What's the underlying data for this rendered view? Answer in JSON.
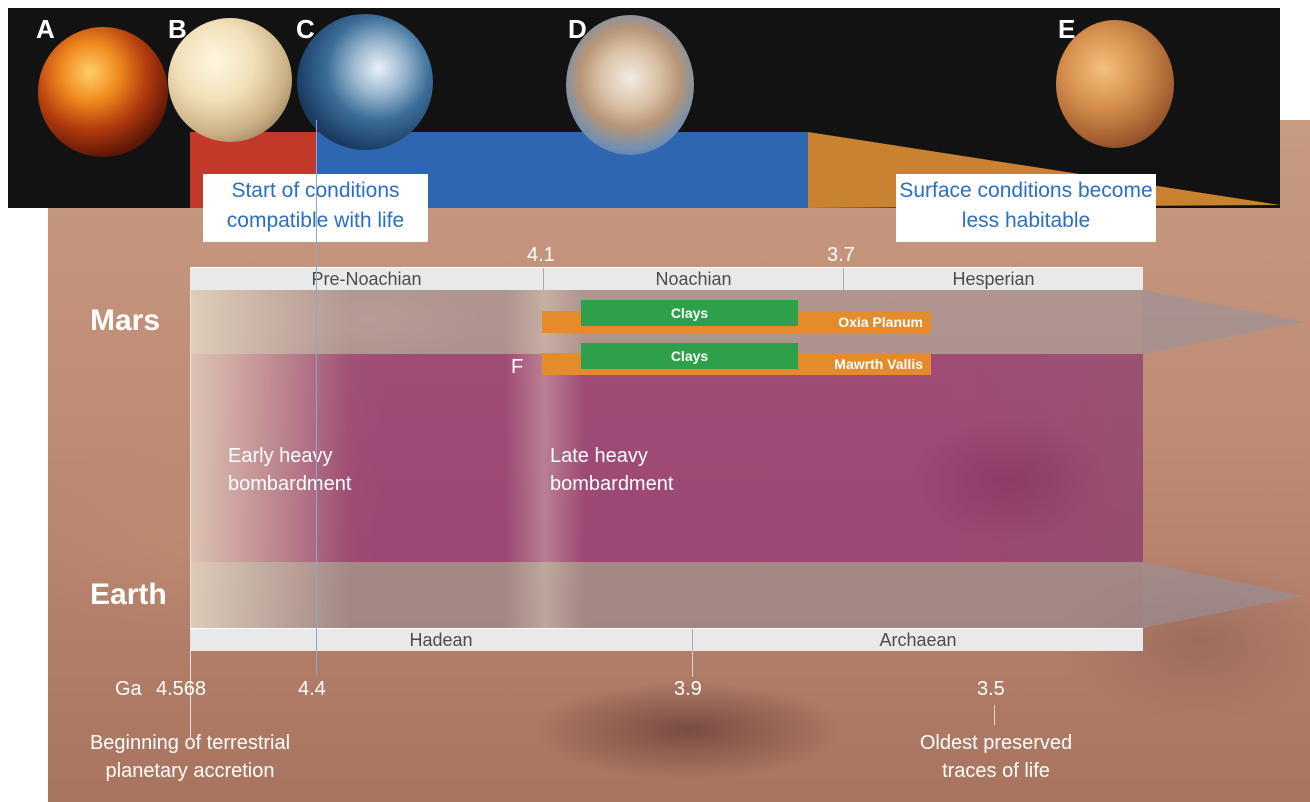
{
  "colors": {
    "pre_noachian_red": "#c2392a",
    "habitable_blue": "#2e66b2",
    "less_habitable_orange": "#c9822f",
    "callout_text": "#2a6fc2",
    "clays_green": "#2ea04a",
    "site_orange": "#e48b2c",
    "bombardment_magenta": "#8b2377"
  },
  "planets": [
    {
      "letter": "A",
      "icon": "molten-planet-icon"
    },
    {
      "letter": "B",
      "icon": "cloudy-planet-icon"
    },
    {
      "letter": "C",
      "icon": "water-world-icon"
    },
    {
      "letter": "D",
      "icon": "wet-mars-icon"
    },
    {
      "letter": "E",
      "icon": "dry-mars-icon"
    }
  ],
  "callouts": {
    "start": "Start of  conditions compatible with life",
    "less": "Surface conditions become less habitable"
  },
  "mars_periods": {
    "boundary_1": "4.1",
    "boundary_2": "3.7",
    "cells": [
      "Pre-Noachian",
      "Noachian",
      "Hesperian"
    ]
  },
  "earth_periods": {
    "cells": [
      "Hadean",
      "Archaean"
    ]
  },
  "rows": {
    "mars": "Mars",
    "earth": "Earth"
  },
  "sites": [
    {
      "clay": "Clays",
      "site": "Oxia Planum"
    },
    {
      "clay": "Clays",
      "site": "Mawrth Vallis"
    }
  ],
  "marker_f": "F",
  "bombardment": {
    "early": "Early heavy bombardment",
    "late": "Late heavy bombardment"
  },
  "timeline": {
    "unit": "Ga",
    "ticks": [
      "4.568",
      "4.4",
      "3.9",
      "3.5"
    ]
  },
  "bottom_labels": {
    "left": "Beginning of terrestrial planetary accretion",
    "right": "Oldest preserved traces of life"
  }
}
